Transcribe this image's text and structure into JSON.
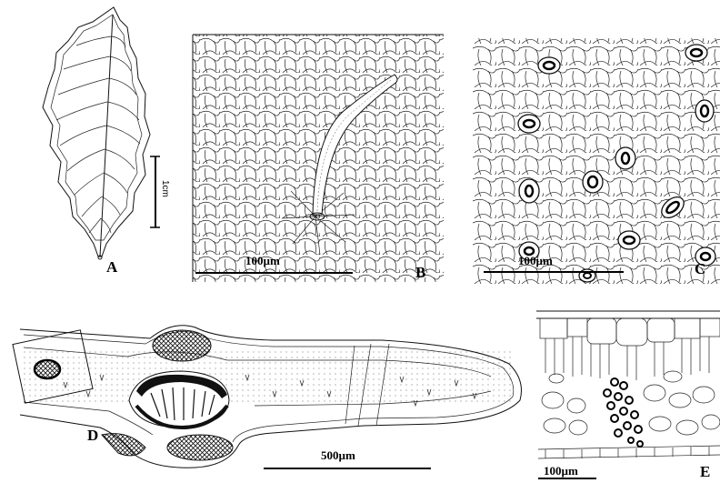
{
  "figure": {
    "panels": [
      {
        "id": "A",
        "letter": "A",
        "scale_label": "1cm"
      },
      {
        "id": "B",
        "letter": "B",
        "scale_label": "100µm"
      },
      {
        "id": "C",
        "letter": "C",
        "scale_label": "100µm"
      },
      {
        "id": "D",
        "letter": "D",
        "scale_label": "500µm"
      },
      {
        "id": "E",
        "letter": "E",
        "scale_label": "100µm"
      }
    ],
    "colors": {
      "ink": "#111111",
      "background": "#ffffff"
    }
  }
}
